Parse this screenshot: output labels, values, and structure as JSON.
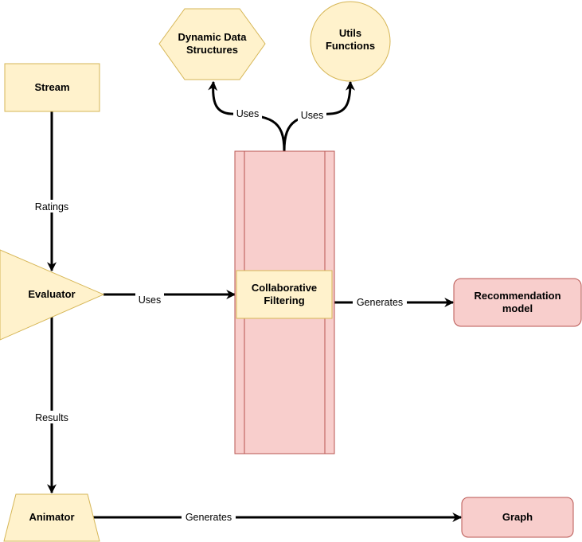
{
  "colors": {
    "yellow_fill": "#fff2cc",
    "yellow_stroke": "#d6b656",
    "red_fill": "#f8cecc",
    "red_stroke": "#b85450",
    "edge": "#000000"
  },
  "nodes": {
    "stream": {
      "label": "Stream"
    },
    "evaluator": {
      "label": "Evaluator"
    },
    "animator": {
      "label": "Animator"
    },
    "dynamic_data_structures": {
      "line1": "Dynamic Data",
      "line2": "Structures"
    },
    "utils_functions": {
      "line1": "Utils",
      "line2": "Functions"
    },
    "collaborative_filtering": {
      "line1": "Collaborative",
      "line2": "Filtering"
    },
    "recommendation_model": {
      "line1": "Recommendation",
      "line2": "model"
    },
    "graph": {
      "label": "Graph"
    }
  },
  "edges": {
    "stream_to_evaluator": {
      "label": "Ratings"
    },
    "evaluator_to_animator": {
      "label": "Results"
    },
    "evaluator_to_cf": {
      "label": "Uses"
    },
    "cf_to_recommendation": {
      "label": "Generates"
    },
    "animator_to_graph": {
      "label": "Generates"
    },
    "cf_to_dds": {
      "label": "Uses"
    },
    "cf_to_utils": {
      "label": "Uses"
    }
  }
}
